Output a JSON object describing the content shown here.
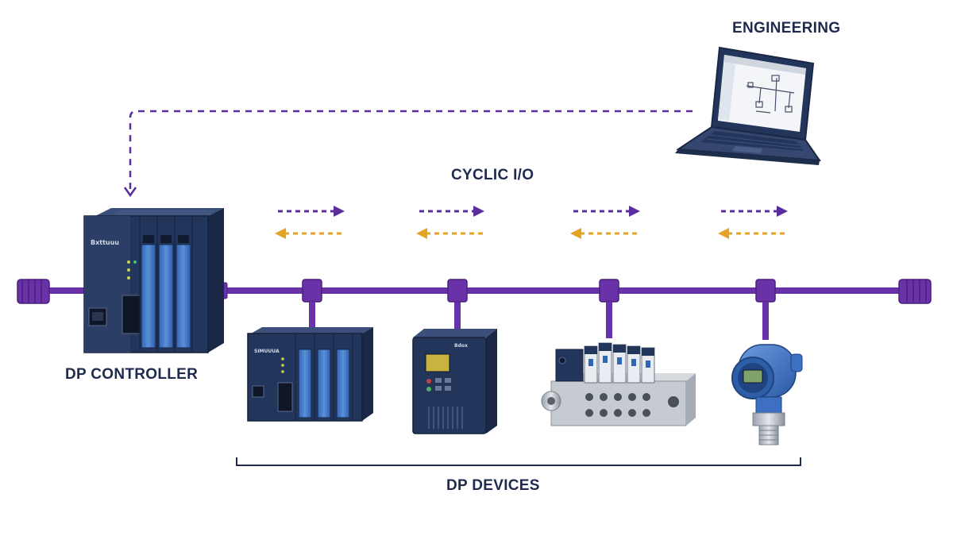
{
  "labels": {
    "engineering": "ENGINEERING",
    "cyclic_io": "CYCLIC I/O",
    "dp_controller": "DP CONTROLLER",
    "dp_devices": "DP DEVICES"
  },
  "controller": {
    "brand": "Bxttuuu"
  },
  "remote_io": {
    "brand": "SIMUUUA"
  },
  "drive": {
    "brand": "Bdox"
  },
  "colors": {
    "bus": "#6a32a8",
    "bus_dark": "#4a1f7c",
    "outbound": "#5b2d9e",
    "inbound": "#e3a425",
    "device_body": "#22355a",
    "label": "#1f2a4f",
    "transmitter": "#3d6fc2"
  }
}
